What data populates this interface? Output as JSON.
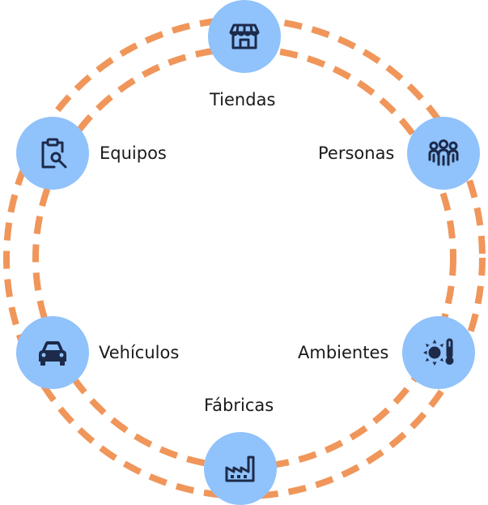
{
  "colors": {
    "ring": "#f0965a",
    "node": "#90c2fb",
    "icon": "#1d2a4a"
  },
  "nodes": [
    {
      "id": "tiendas",
      "label": "Tiendas",
      "icon": "storefront-icon"
    },
    {
      "id": "personas",
      "label": "Personas",
      "icon": "people-group-icon"
    },
    {
      "id": "ambientes",
      "label": "Ambientes",
      "icon": "sun-thermometer-icon"
    },
    {
      "id": "fabricas",
      "label": "Fábricas",
      "icon": "factory-icon"
    },
    {
      "id": "vehiculos",
      "label": "Vehículos",
      "icon": "car-icon"
    },
    {
      "id": "equipos",
      "label": "Equipos",
      "icon": "clipboard-wrench-icon"
    }
  ]
}
